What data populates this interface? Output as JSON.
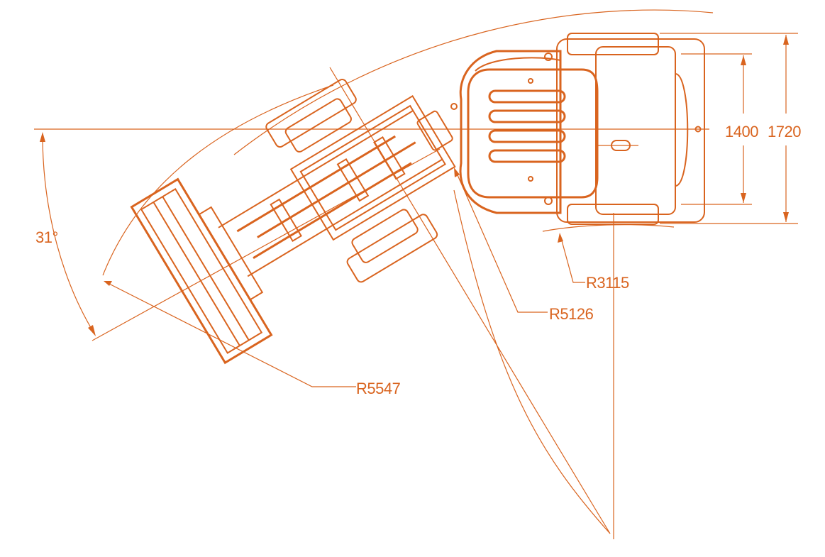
{
  "drawing": {
    "line_color": "#d9641f",
    "background": "#ffffff"
  },
  "labels": {
    "swing_angle": "31°",
    "radius_rear": "R3115",
    "radius_mid": "R5126",
    "radius_outer": "R5547",
    "width_track": "1400",
    "width_overall": "1720"
  }
}
